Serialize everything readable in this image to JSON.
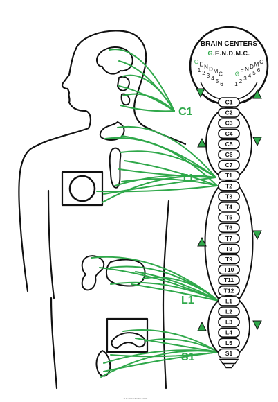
{
  "brain_centers": {
    "title": "BRAIN CENTERS",
    "letters": [
      "G",
      ".E.N.D.M.C."
    ],
    "left_arc": [
      "G",
      "E",
      "N",
      "D",
      "M",
      "C"
    ],
    "left_nums": [
      "1",
      "2",
      "3",
      "4",
      "5",
      "6"
    ],
    "right_arc": [
      "C",
      "M",
      "D",
      "N",
      "E",
      "G"
    ],
    "right_nums": [
      "6",
      "5",
      "4",
      "3",
      "2",
      "1"
    ]
  },
  "regions": {
    "c1": "C1",
    "t1": "T1",
    "l1": "L1",
    "s1": "S1"
  },
  "vertebrae": [
    "C1",
    "C2",
    "C3",
    "C4",
    "C5",
    "C6",
    "C7",
    "T1",
    "T2",
    "T3",
    "T4",
    "T5",
    "T6",
    "T7",
    "T8",
    "T9",
    "T10",
    "T11",
    "T12",
    "L1",
    "L2",
    "L3",
    "L4",
    "L5",
    "S1"
  ],
  "colors": {
    "nerve_green": "#2fa84a",
    "outline": "#111111"
  },
  "footer": "THE SPINE/BODY CODE"
}
